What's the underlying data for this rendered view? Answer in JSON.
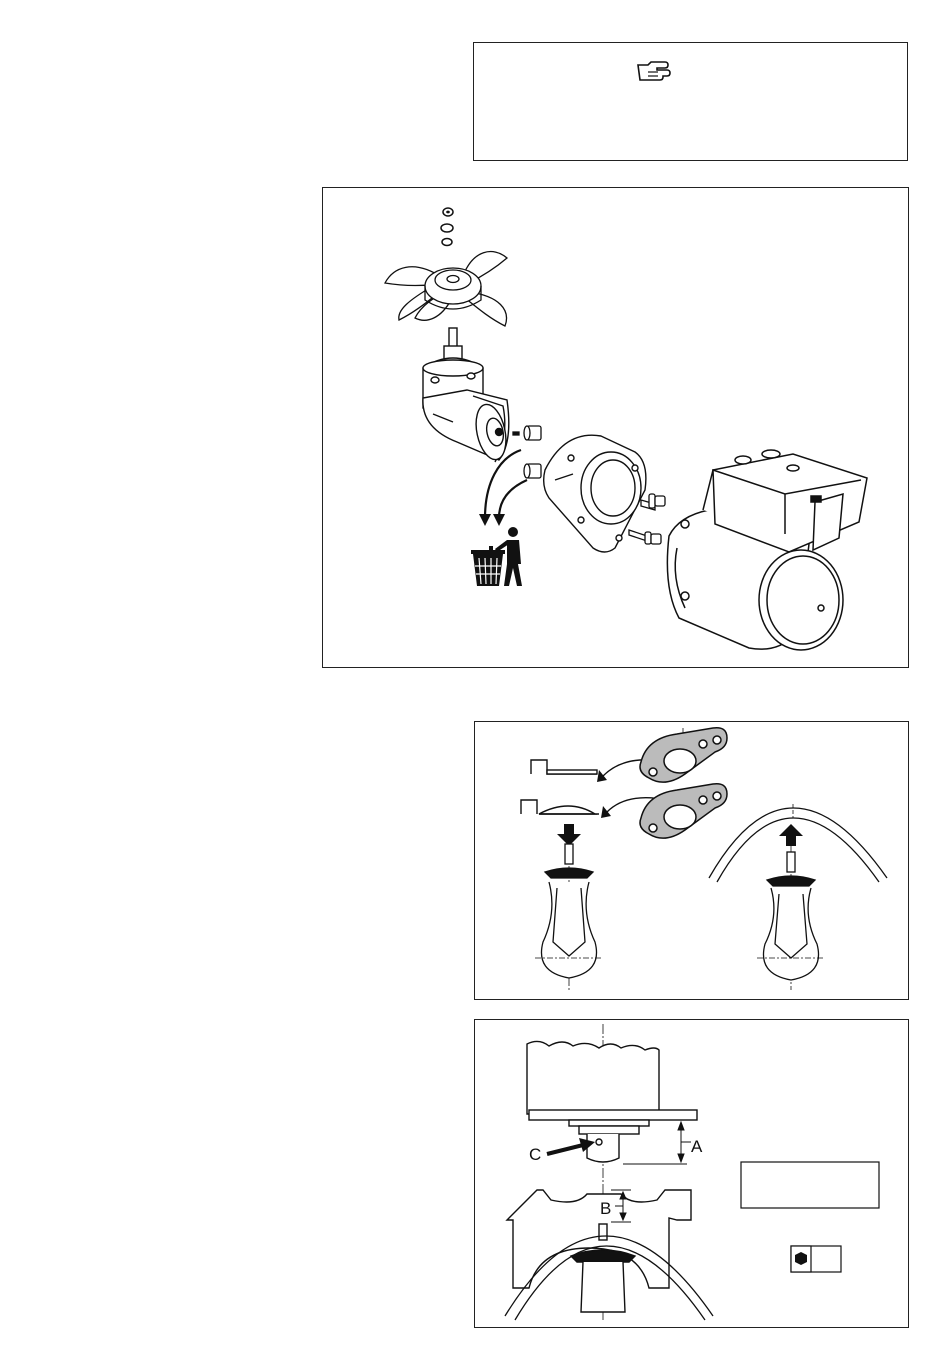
{
  "note_box": {
    "icon": "pointing-hand-icon"
  },
  "fig1": {
    "icons": [
      "fan-icon",
      "hydraulic-pump-icon",
      "adapter-flange-icon",
      "electric-motor-icon",
      "trash-bin-icon"
    ]
  },
  "fig2": {
    "icons": [
      "gasket-icon",
      "light-bulb-icon",
      "reflector-icon"
    ]
  },
  "fig3": {
    "label_a": "A",
    "label_b": "B",
    "label_c": "C",
    "icons": [
      "hex-key-icon"
    ]
  }
}
